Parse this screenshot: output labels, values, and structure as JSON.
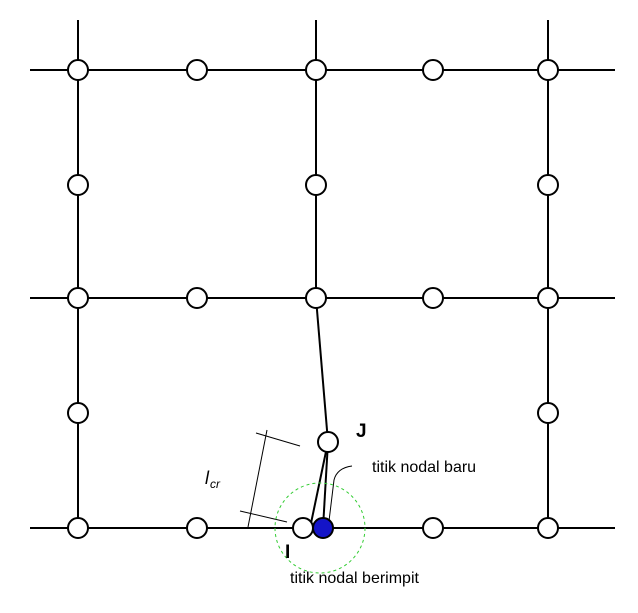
{
  "labels": {
    "node_i": "I",
    "node_j": "J",
    "crack_length_symbol": "l",
    "crack_length_subscript": "cr",
    "new_node": "titik nodal baru",
    "coincident_node": "titik nodal berimpit"
  },
  "colors": {
    "line": "#000000",
    "node_fill": "#ffffff",
    "highlight_node_fill": "#1414c8",
    "dashed_circle": "#33cc33"
  }
}
